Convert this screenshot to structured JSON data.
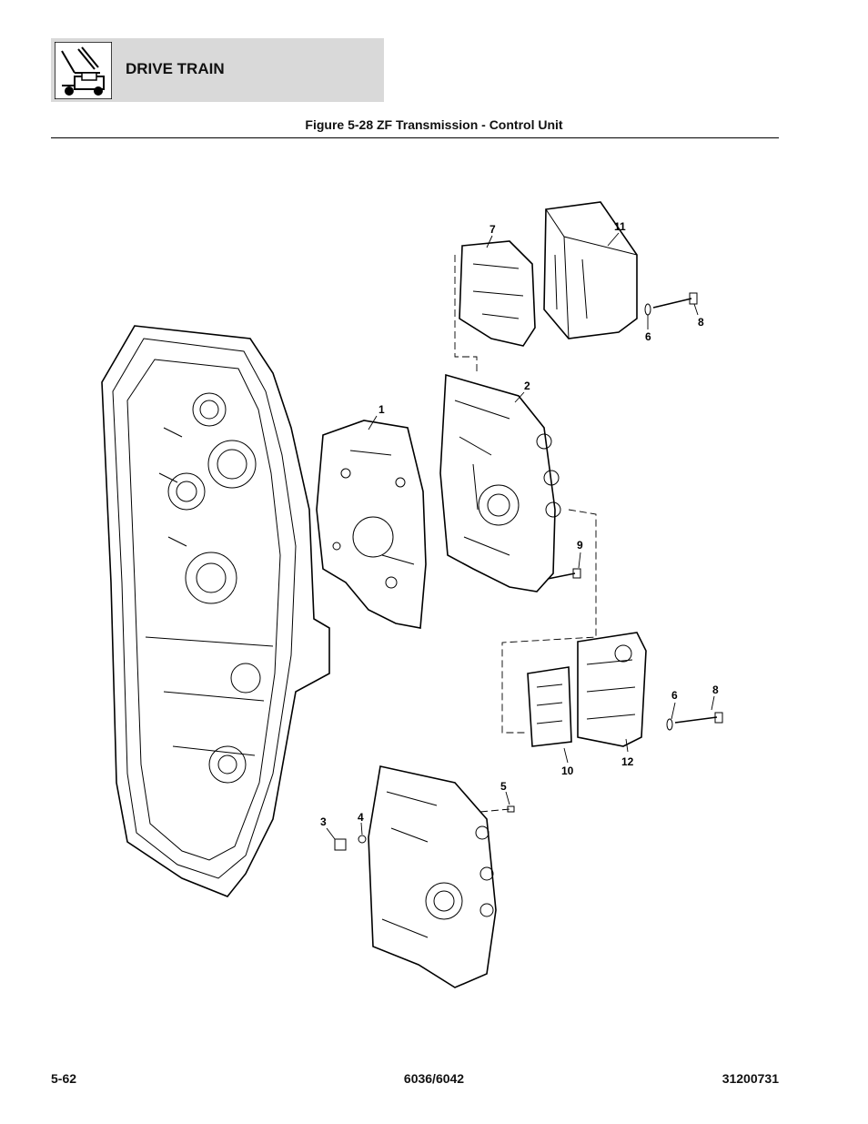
{
  "header": {
    "section_title": "DRIVE TRAIN",
    "icon": "drive-train-icon"
  },
  "figure": {
    "title": "Figure 5-28 ZF Transmission - Control Unit",
    "callouts": [
      {
        "id": "c1",
        "label": "1"
      },
      {
        "id": "c2",
        "label": "2"
      },
      {
        "id": "c3",
        "label": "3"
      },
      {
        "id": "c4",
        "label": "4"
      },
      {
        "id": "c5",
        "label": "5"
      },
      {
        "id": "c6a",
        "label": "6"
      },
      {
        "id": "c6b",
        "label": "6"
      },
      {
        "id": "c7",
        "label": "7"
      },
      {
        "id": "c8a",
        "label": "8"
      },
      {
        "id": "c8b",
        "label": "8"
      },
      {
        "id": "c9",
        "label": "9"
      },
      {
        "id": "c10",
        "label": "10"
      },
      {
        "id": "c11",
        "label": "11"
      },
      {
        "id": "c12",
        "label": "12"
      }
    ]
  },
  "footer": {
    "page_number": "5-62",
    "model": "6036/6042",
    "doc_number": "31200731"
  }
}
